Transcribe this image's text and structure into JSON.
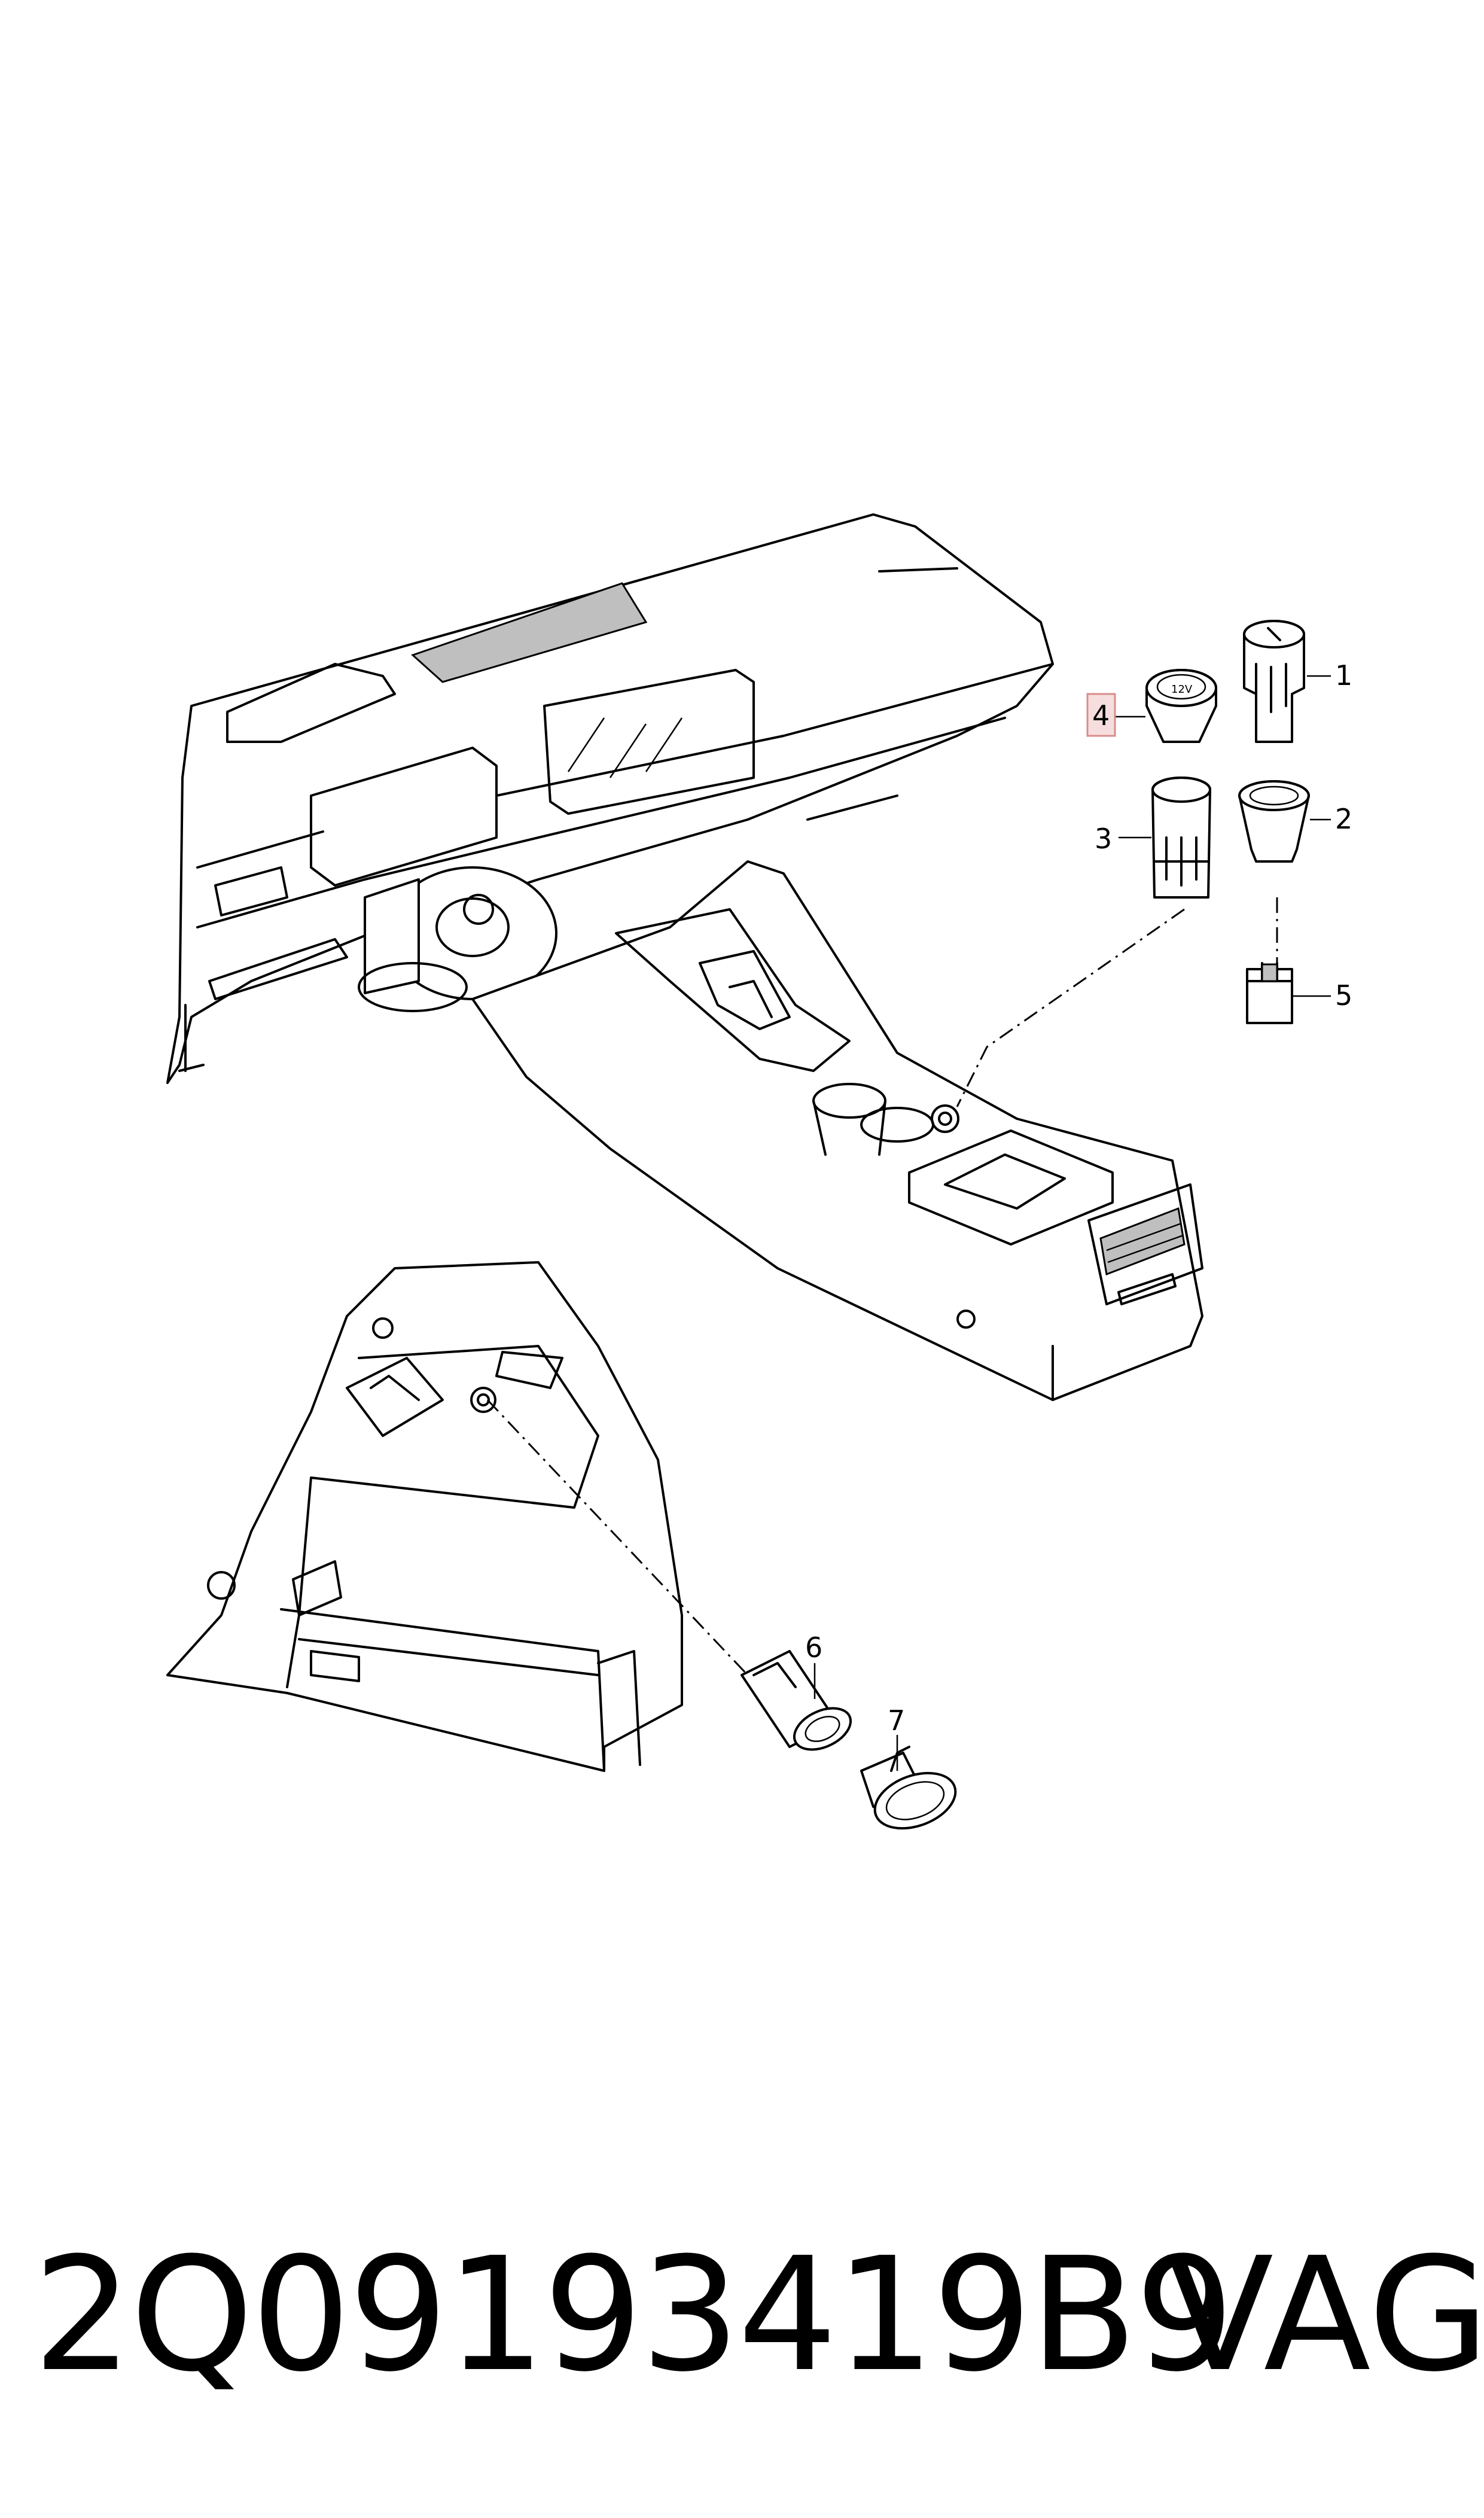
{
  "diagram": {
    "callouts": [
      "1",
      "2",
      "3",
      "4",
      "5",
      "6",
      "7"
    ],
    "highlighted_callout": "4",
    "socket_text": "12V"
  },
  "footer": {
    "part_number": "2Q09193419B9",
    "brand": "VAG"
  }
}
